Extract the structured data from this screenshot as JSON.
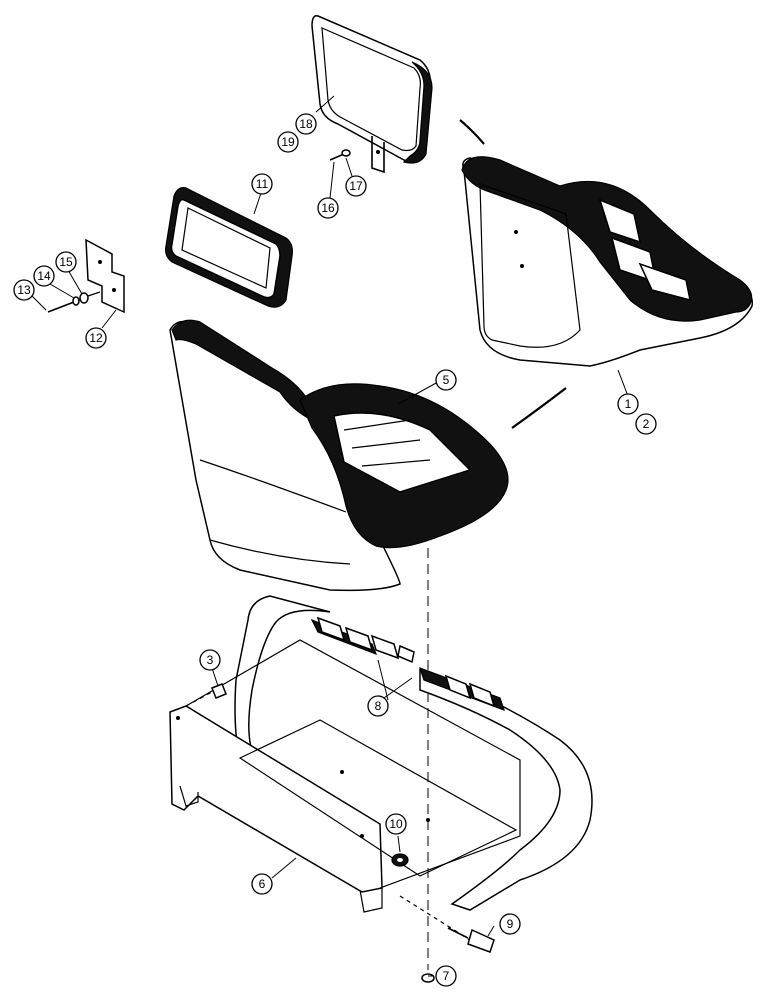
{
  "callouts": [
    {
      "id": "c1",
      "label": "1"
    },
    {
      "id": "c2",
      "label": "2"
    },
    {
      "id": "c3",
      "label": "3"
    },
    {
      "id": "c5",
      "label": "5"
    },
    {
      "id": "c6",
      "label": "6"
    },
    {
      "id": "c7",
      "label": "7"
    },
    {
      "id": "c8",
      "label": "8"
    },
    {
      "id": "c9",
      "label": "9"
    },
    {
      "id": "c10",
      "label": "10"
    },
    {
      "id": "c11",
      "label": "11"
    },
    {
      "id": "c12",
      "label": "12"
    },
    {
      "id": "c13",
      "label": "13"
    },
    {
      "id": "c14",
      "label": "14"
    },
    {
      "id": "c15",
      "label": "15"
    },
    {
      "id": "c16",
      "label": "16"
    },
    {
      "id": "c17",
      "label": "17"
    },
    {
      "id": "c18",
      "label": "18"
    },
    {
      "id": "c19",
      "label": "19"
    }
  ]
}
